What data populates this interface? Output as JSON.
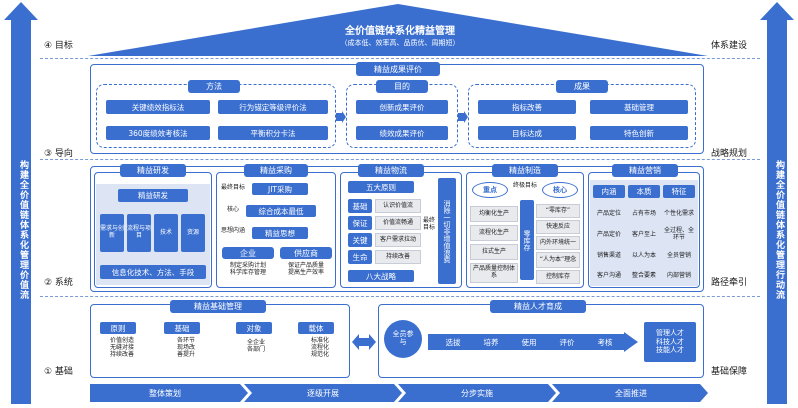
{
  "colors": {
    "primary": "#3a6fd0",
    "light": "#e8eaee"
  },
  "top": {
    "title": "全价值链体系化精益管理",
    "subtitle": "（成本低、效率高、品质优、周期短）"
  },
  "left_side": "构建全价值链体系化管理价值流",
  "right_side": "构建全价值链体系化管理行动流",
  "levels": {
    "goal": "④ 目标",
    "guide": "③ 导向",
    "system": "② 系统",
    "base": "① 基础",
    "r_goal": "体系建设",
    "r_guide": "战略规划",
    "r_system": "路径牵引",
    "r_base": "基础保障"
  },
  "eval": {
    "title": "精益成果评价",
    "method": {
      "title": "方法",
      "items": [
        "关键绩效指标法",
        "行为锚定等级评价法",
        "360度绩效考核法",
        "平衡积分卡法"
      ]
    },
    "purpose": {
      "title": "目的",
      "items": [
        "创新成果评价",
        "绩效成果评价"
      ]
    },
    "result": {
      "title": "成果",
      "items": [
        "指标改善",
        "基础管理",
        "目标达成",
        "特色创新"
      ]
    }
  },
  "rd": {
    "title": "精益研发",
    "head": "精益研发",
    "items": [
      "需求与创新",
      "流程与项目",
      "技术",
      "资源"
    ],
    "foot": "信息化技术、方法、手段"
  },
  "purchase": {
    "title": "精益采购",
    "l1": "最终目标",
    "l2": "核心",
    "l3": "思想内涵",
    "jit": "JIT采购",
    "core": "综合成本最低",
    "thought": "精益思想",
    "ent": "企业",
    "sup": "供应商",
    "ent_d": "制定采购计划\n科学库存管理",
    "sup_d": "保证产品质量\n提高生产效率"
  },
  "logistics": {
    "title": "精益物流",
    "principle": "五大原则",
    "tags": [
      "基础",
      "保证",
      "关键",
      "生命"
    ],
    "items": [
      "认识价值流",
      "价值流畅通",
      "客户需求拉动",
      "持续改善"
    ],
    "strategy": "八大战略",
    "target": "最终目标",
    "vertical": "消除一切非增值浪费"
  },
  "mfg": {
    "title": "精益制造",
    "focus": "重点",
    "target": "终极目标",
    "core": "核心",
    "center": "零库存",
    "left": [
      "均衡化生产",
      "流程化生产",
      "拉式生产",
      "产品质量控制体系"
    ],
    "right": [
      "“零库存”",
      "快速反应",
      "内外环境统一",
      "“人为本”理念",
      "控制库存"
    ]
  },
  "marketing": {
    "title": "精益营销",
    "cols": [
      {
        "h": "内涵",
        "items": [
          "产品定位",
          "产品定价",
          "销售渠道",
          "客户沟通"
        ]
      },
      {
        "h": "本质",
        "items": [
          "占有市场",
          "客户至上",
          "以人为本",
          "整合要素"
        ]
      },
      {
        "h": "特征",
        "items": [
          "个性化需求",
          "全过程、全环节",
          "全员营销",
          "内部营销"
        ]
      }
    ]
  },
  "basic": {
    "title": "精益基础管理",
    "items": [
      {
        "h": "原则",
        "d": "价值创造\n无缝对接\n持续改善"
      },
      {
        "h": "基础",
        "d": "各环节\n现场改\n善提升"
      },
      {
        "h": "对象",
        "d": "全企业\n各部门"
      },
      {
        "h": "载体",
        "d": "标准化\n流程化\n规范化"
      }
    ]
  },
  "talent": {
    "title": "精益人才育成",
    "start": "全员参与",
    "steps": [
      "选拔",
      "培养",
      "使用",
      "评价",
      "考核"
    ],
    "end": "管理人才\n科技人才\n技能人才"
  },
  "phases": [
    "整体策划",
    "逐级开展",
    "分步实施",
    "全面推进"
  ]
}
